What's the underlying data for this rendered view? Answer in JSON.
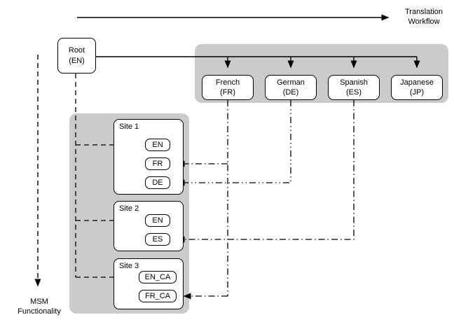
{
  "workflow_axis": {
    "line1": "Translation",
    "line2": "Workflow"
  },
  "msm_axis": {
    "line1": "MSM",
    "line2": "Functionality"
  },
  "root": {
    "line1": "Root",
    "line2": "(EN)"
  },
  "languages": [
    {
      "name": "French",
      "code": "(FR)"
    },
    {
      "name": "German",
      "code": "(DE)"
    },
    {
      "name": "Spanish",
      "code": "(ES)"
    },
    {
      "name": "Japanese",
      "code": "(JP)"
    }
  ],
  "sites": [
    {
      "title": "Site 1",
      "nodes": [
        "EN",
        "FR",
        "DE"
      ]
    },
    {
      "title": "Site 2",
      "nodes": [
        "EN",
        "ES"
      ]
    },
    {
      "title": "Site 3",
      "nodes": [
        "EN_CA",
        "FR_CA"
      ]
    }
  ],
  "connections": [
    {
      "from": "Root (EN)",
      "to": "French (FR)",
      "style": "solid"
    },
    {
      "from": "Root (EN)",
      "to": "German (DE)",
      "style": "solid"
    },
    {
      "from": "Root (EN)",
      "to": "Spanish (ES)",
      "style": "solid"
    },
    {
      "from": "Root (EN)",
      "to": "Japanese (JP)",
      "style": "solid"
    },
    {
      "from": "Root (EN)",
      "to": "Site 1 EN",
      "style": "dashed"
    },
    {
      "from": "Root (EN)",
      "to": "Site 2 EN",
      "style": "dashed"
    },
    {
      "from": "Root (EN)",
      "to": "Site 3 EN_CA",
      "style": "dashed"
    },
    {
      "from": "French (FR)",
      "to": "Site 1 FR",
      "style": "dash-dot"
    },
    {
      "from": "French (FR)",
      "to": "Site 3 FR_CA",
      "style": "dash-dot"
    },
    {
      "from": "German (DE)",
      "to": "Site 1 DE",
      "style": "dash-dot-dot"
    },
    {
      "from": "Spanish (ES)",
      "to": "Site 2 ES",
      "style": "dash-dot"
    }
  ],
  "colors": {
    "band": "#cbcbcb",
    "stroke": "#000000",
    "node_fill": "#ffffff"
  }
}
